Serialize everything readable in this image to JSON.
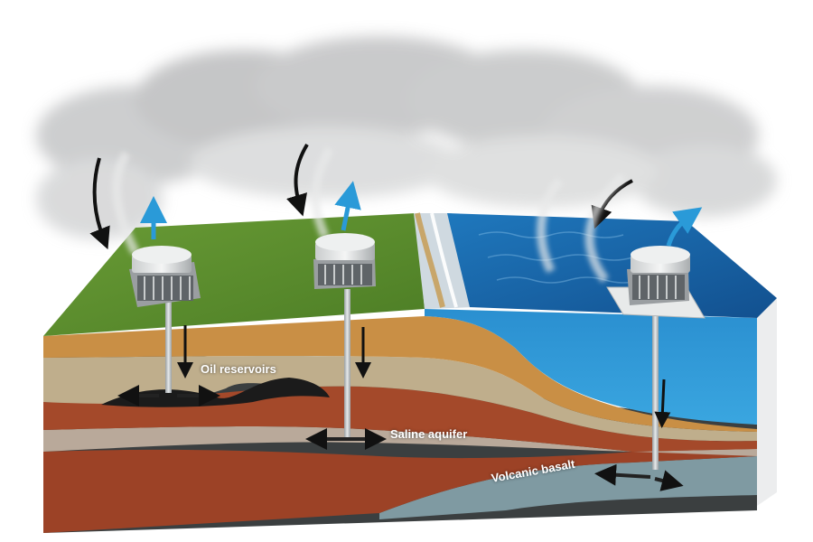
{
  "diagram": {
    "type": "geological cross-section block diagram",
    "surfaces": [
      "grassland",
      "beach",
      "ocean"
    ],
    "units": [
      {
        "name": "air-capture-unit-1",
        "surface": "grassland"
      },
      {
        "name": "air-capture-unit-2",
        "surface": "grassland"
      },
      {
        "name": "air-capture-unit-3",
        "surface": "ocean platform"
      }
    ],
    "labels": {
      "oil": "Oil reservoirs",
      "saline": "Saline aquifer",
      "basalt": "Volcanic basalt"
    },
    "colors": {
      "grass": "#5a8f2c",
      "ocean_surface": "#1d6fb0",
      "ocean_water": "#2f9ad6",
      "topsoil": "#c98f45",
      "sandstone": "#bfae8c",
      "clay": "#a4492a",
      "aquifer": "#b9a99a",
      "basalt": "#7f9aa2",
      "bedrock": "#3b3f40",
      "air_arrow": "#1a1a1a",
      "outflow_arrow": "#2a9ad8"
    }
  }
}
